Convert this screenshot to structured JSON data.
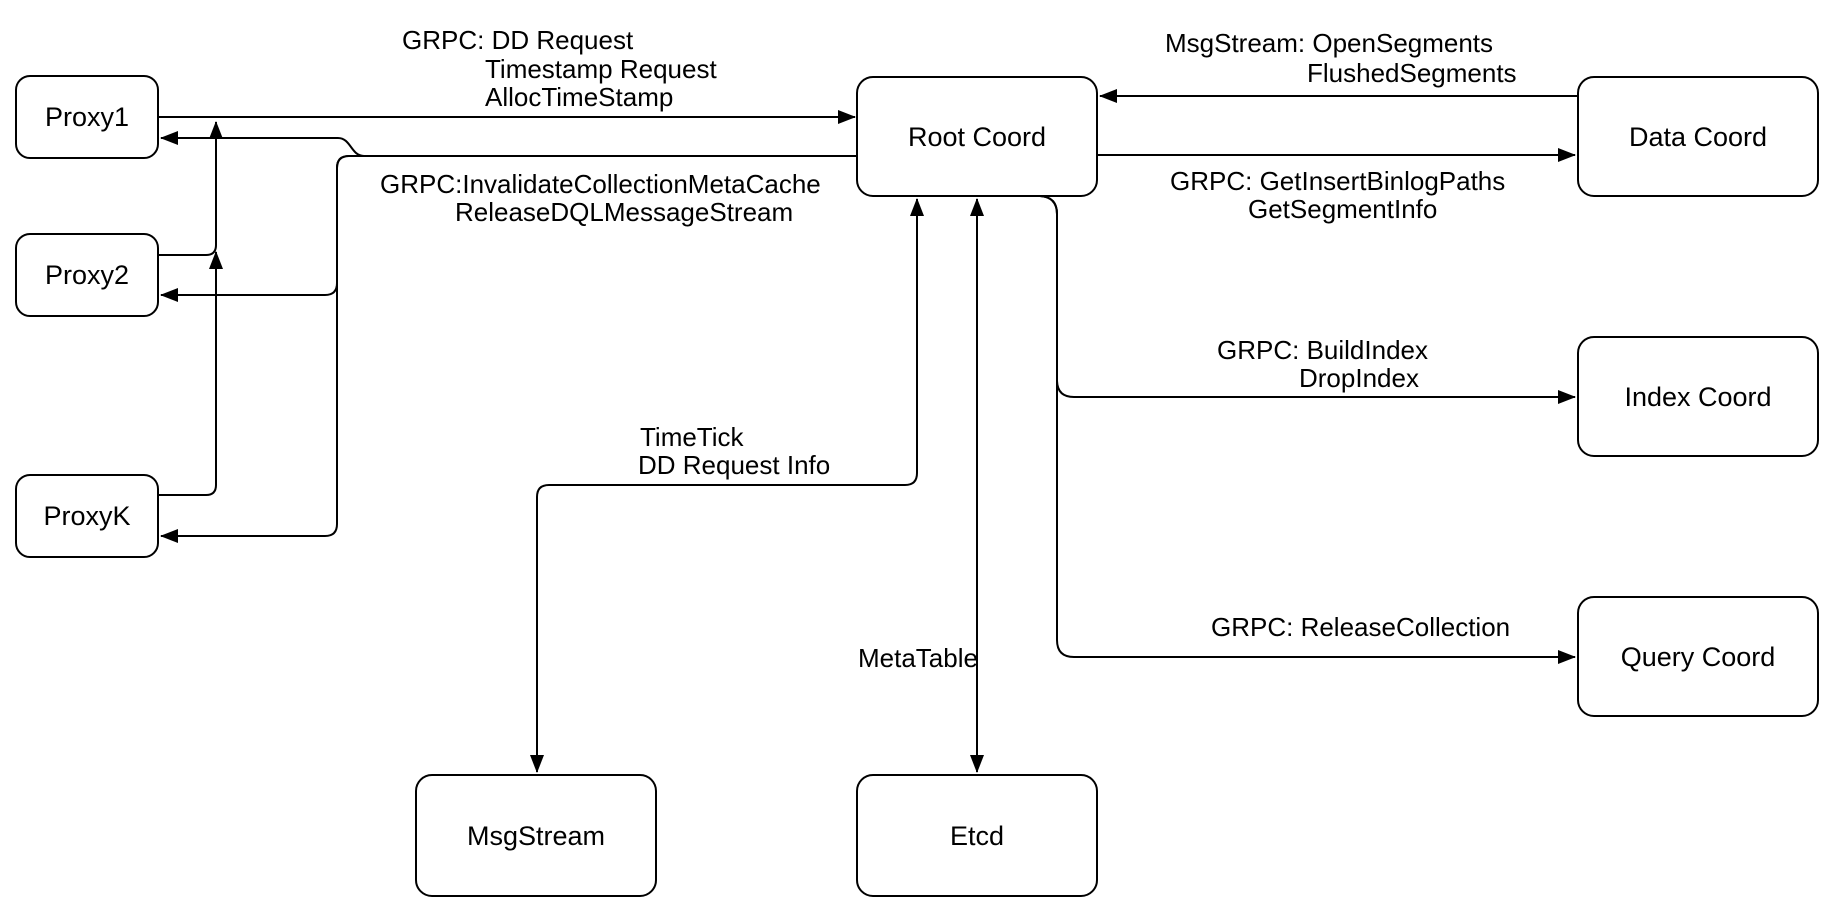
{
  "background": "#ffffff",
  "stroke_color": "#000000",
  "nodes": {
    "proxy1": {
      "label": "Proxy1"
    },
    "proxy2": {
      "label": "Proxy2"
    },
    "proxyk": {
      "label": "ProxyK"
    },
    "root_coord": {
      "label": "Root Coord"
    },
    "data_coord": {
      "label": "Data Coord"
    },
    "index_coord": {
      "label": "Index Coord"
    },
    "query_coord": {
      "label": "Query Coord"
    },
    "msgstream": {
      "label": "MsgStream"
    },
    "etcd": {
      "label": "Etcd"
    }
  },
  "edge_labels": {
    "proxies_to_root": {
      "lines": [
        "GRPC: DD Request",
        "Timestamp Request",
        "AllocTimeStamp"
      ],
      "from": "Proxy1",
      "to": "Root Coord",
      "bidirectional": false
    },
    "root_to_proxies": {
      "lines": [
        "GRPC:InvalidateCollectionMetaCache",
        "ReleaseDQLMessageStream"
      ],
      "from": "Root Coord",
      "to": "Proxy1 / Proxy2 / ProxyK",
      "bidirectional": false
    },
    "data_to_root": {
      "lines": [
        "MsgStream: OpenSegments",
        "FlushedSegments"
      ],
      "from": "Data Coord",
      "to": "Root Coord",
      "bidirectional": false
    },
    "root_to_data": {
      "lines": [
        "GRPC: GetInsertBinlogPaths",
        "GetSegmentInfo"
      ],
      "from": "Root Coord",
      "to": "Data Coord",
      "bidirectional": false
    },
    "root_to_index": {
      "lines": [
        "GRPC: BuildIndex",
        "DropIndex"
      ],
      "from": "Root Coord",
      "to": "Index Coord",
      "bidirectional": false
    },
    "root_to_query": {
      "lines": [
        "GRPC: ReleaseCollection"
      ],
      "from": "Root Coord",
      "to": "Query Coord",
      "bidirectional": false
    },
    "root_msgstream": {
      "lines": [
        "TimeTick",
        "DD Request Info"
      ],
      "from": "Root Coord",
      "to": "MsgStream",
      "bidirectional": true
    },
    "root_etcd": {
      "lines": [
        "MetaTable"
      ],
      "from": "Root Coord",
      "to": "Etcd",
      "bidirectional": true
    }
  }
}
